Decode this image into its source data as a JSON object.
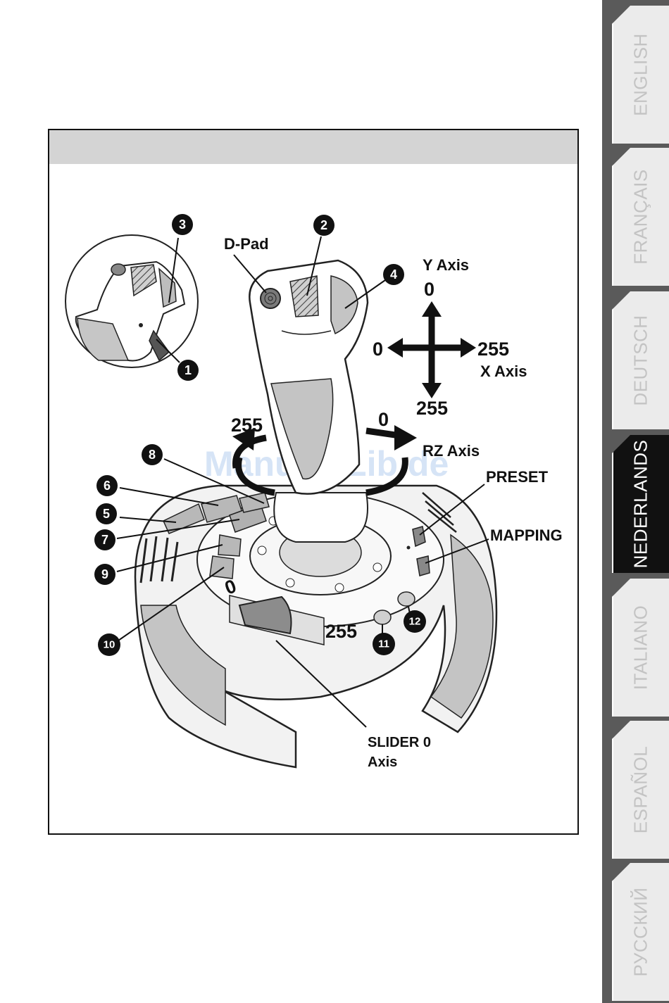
{
  "language_tabs": [
    {
      "label": "ENGLISH",
      "active": false
    },
    {
      "label": "FRANÇAIS",
      "active": false
    },
    {
      "label": "DEUTSCH",
      "active": false
    },
    {
      "label": "NEDERLANDS",
      "active": true
    },
    {
      "label": "ITALIANO",
      "active": false
    },
    {
      "label": "ESPAÑOL",
      "active": false
    },
    {
      "label": "РУССКИЙ",
      "active": false
    }
  ],
  "figure": {
    "header_title": "",
    "labels": {
      "dpad": "D-Pad",
      "y_axis": "Y Axis",
      "x_axis": "X Axis",
      "rz_axis": "RZ Axis",
      "preset": "PRESET",
      "mapping": "MAPPING",
      "slider_line1": "SLIDER 0",
      "slider_line2": "Axis"
    },
    "axis_values": {
      "y_top": "0",
      "y_bottom": "255",
      "x_left": "0",
      "x_right": "255",
      "rz_left": "255",
      "rz_right": "0",
      "slider_min": "0",
      "slider_max": "255"
    },
    "callouts": [
      "1",
      "2",
      "3",
      "4",
      "5",
      "6",
      "7",
      "8",
      "9",
      "10",
      "11",
      "12"
    ],
    "watermark": "ManualsLib.de"
  },
  "colors": {
    "tab_inactive": "#ebebeb",
    "tab_active": "#111111",
    "tab_strip": "#5a5a5a",
    "header_bar": "#d4d4d4"
  }
}
